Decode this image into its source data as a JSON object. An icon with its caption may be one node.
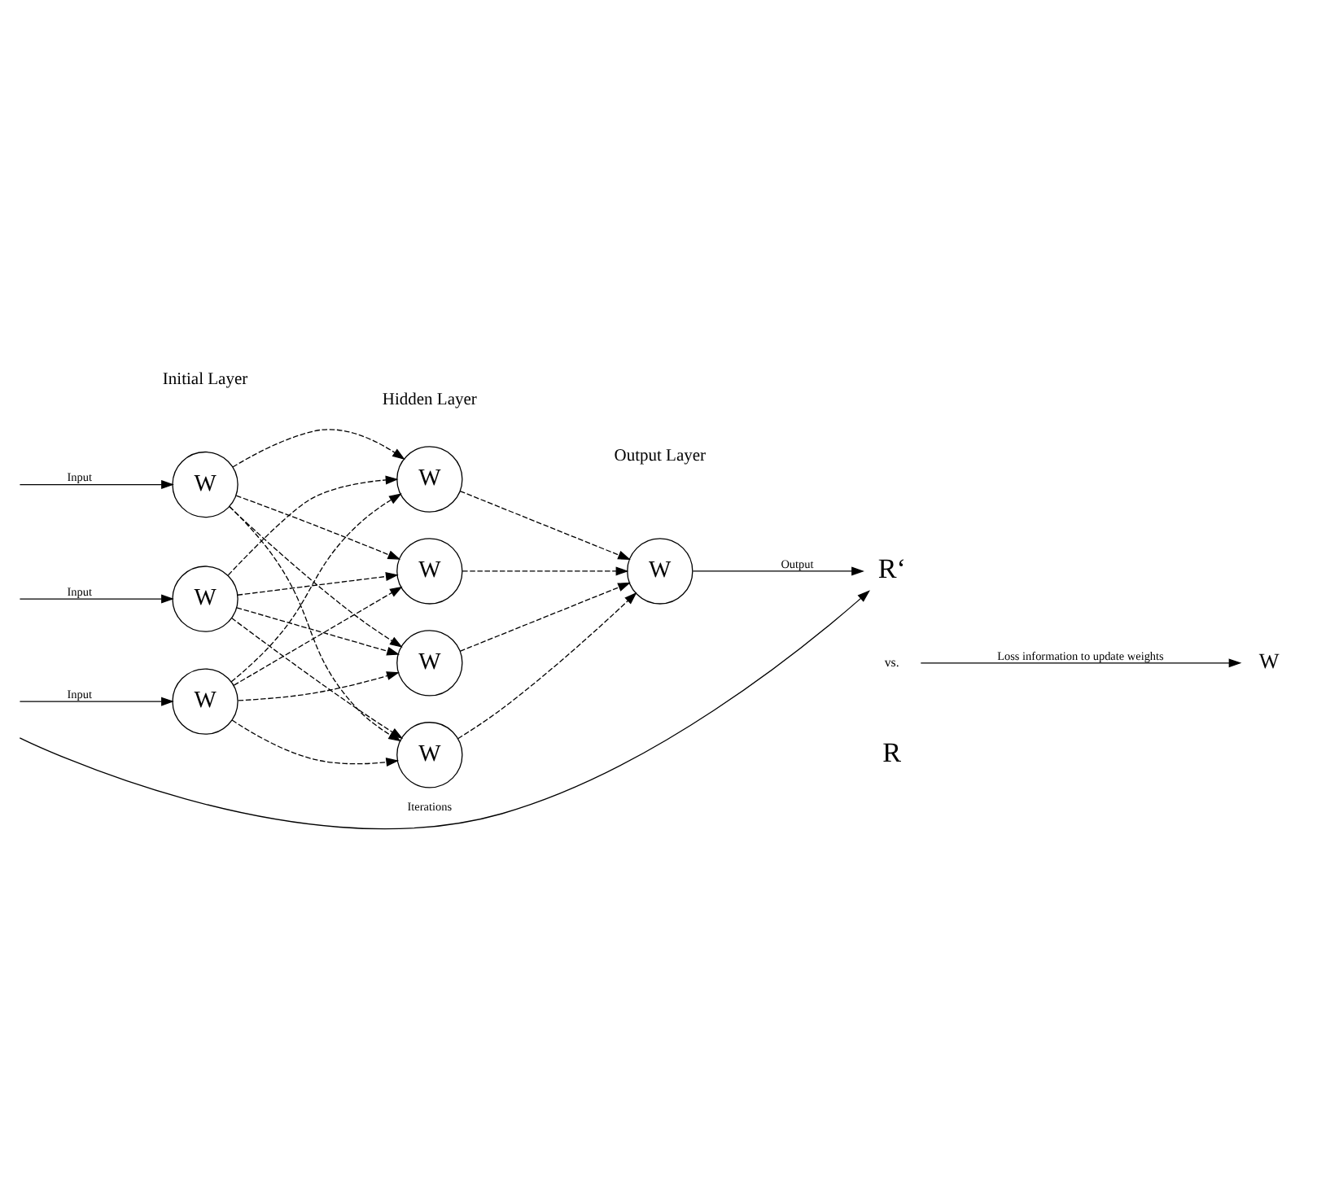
{
  "diagram": {
    "nodes": [
      {
        "text": [
          "W"
        ]
      },
      {
        "text": [
          "W"
        ]
      },
      {
        "text": [
          "W"
        ]
      },
      {
        "text": [
          "W"
        ]
      },
      {
        "text": [
          "W"
        ]
      },
      {
        "text": [
          "W"
        ]
      },
      {
        "text": [
          "W"
        ]
      },
      {
        "text": [
          "W"
        ]
      },
      {
        "text": [
          "R‘"
        ]
      },
      {
        "text": [
          "vs."
        ]
      },
      {
        "text": [
          "R"
        ]
      },
      {
        "text": [
          "W"
        ]
      }
    ],
    "edges": [
      {
        "from": null,
        "to": 0,
        "arrow": "to",
        "label": "Input"
      },
      {
        "from": null,
        "to": 1,
        "arrow": "to",
        "label": "Input"
      },
      {
        "from": null,
        "to": 2,
        "arrow": "to",
        "label": "Input"
      },
      {
        "from": 0,
        "to": 3,
        "arrow": "to",
        "style": "dashed"
      },
      {
        "from": 0,
        "to": 4,
        "arrow": "to",
        "style": "dashed"
      },
      {
        "from": 0,
        "to": 5,
        "arrow": "to",
        "style": "dashed"
      },
      {
        "from": 0,
        "to": 6,
        "arrow": "to",
        "style": "dashed"
      },
      {
        "from": 1,
        "to": 3,
        "arrow": "to",
        "style": "dashed"
      },
      {
        "from": 1,
        "to": 4,
        "arrow": "to",
        "style": "dashed"
      },
      {
        "from": 1,
        "to": 5,
        "arrow": "to",
        "style": "dashed"
      },
      {
        "from": 1,
        "to": 6,
        "arrow": "to",
        "style": "dashed"
      },
      {
        "from": 2,
        "to": 3,
        "arrow": "to",
        "style": "dashed"
      },
      {
        "from": 2,
        "to": 4,
        "arrow": "to",
        "style": "dashed"
      },
      {
        "from": 2,
        "to": 5,
        "arrow": "to",
        "style": "dashed"
      },
      {
        "from": 2,
        "to": 6,
        "arrow": "to",
        "style": "dashed"
      },
      {
        "from": 3,
        "to": 7,
        "arrow": "to",
        "style": "dashed"
      },
      {
        "from": 4,
        "to": 7,
        "arrow": "to",
        "style": "dashed"
      },
      {
        "from": 5,
        "to": 7,
        "arrow": "to",
        "style": "dashed"
      },
      {
        "from": 6,
        "to": 7,
        "arrow": "to",
        "style": "dashed"
      },
      {
        "from": 7,
        "to": 8,
        "arrow": "to",
        "label": "Output"
      },
      {
        "from": null,
        "to": 8,
        "arrow": "to",
        "label": "Iterations"
      },
      {
        "from": 9,
        "to": 11,
        "arrow": "to",
        "label": "Loss information to update weights"
      }
    ],
    "labels": [
      "Initial Layer",
      "Hidden Layer",
      "Output Layer"
    ]
  }
}
